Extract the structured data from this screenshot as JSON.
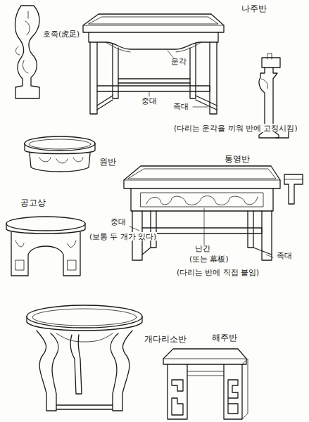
{
  "diagram": {
    "labels": [
      "호족(虎足)",
      "나주반",
      "운각",
      "중대",
      "족대",
      "(다리는 운각을 끼워 반에 고정시킴)",
      "원반",
      "통영반",
      "공고상",
      "중대",
      "(보통 두 개가 있다)",
      "난간",
      "(또는 幕板)",
      "족대",
      "(다리는 반에 직접 붙임)",
      "개다리소반",
      "해주반"
    ]
  }
}
